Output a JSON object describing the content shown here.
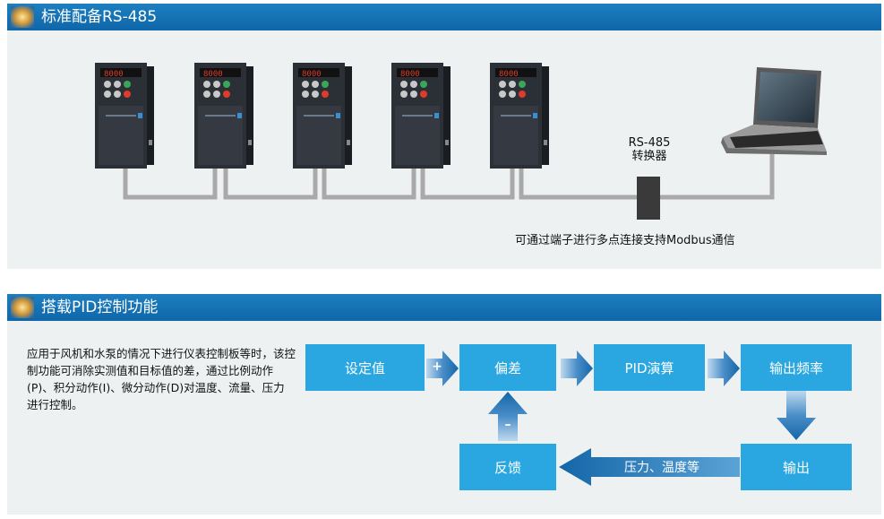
{
  "section1": {
    "title": "标准配备RS-485"
  },
  "section2": {
    "title": "搭载PID控制功能"
  },
  "converter": {
    "line1": "RS-485",
    "line2": "转换器"
  },
  "note": "可通过端子进行多点连接支持Modbus通信",
  "description": "应用于风机和水泵的情况下进行仪表控制板等时，该控制功能可消除实测值和目标值的差，通过比例动作(P)、积分动作(I)、微分动作(D)对温度、流量、压力进行控制。",
  "flow": {
    "setpoint": "设定值",
    "deviation": "偏差",
    "pid": "PID演算",
    "freq_out": "输出频率",
    "output": "输出",
    "feedback": "反馈",
    "feedback_arrow": "压力、温度等",
    "plus": "+",
    "minus": "–"
  },
  "colors": {
    "header": "#1d7fc0",
    "box": "#2aa7e0",
    "arrow": "#1466a8",
    "panel": "#eef1f2"
  },
  "drives": [
    {
      "display": "8000"
    },
    {
      "display": "8000"
    },
    {
      "display": "8000"
    },
    {
      "display": "8000"
    },
    {
      "display": "8000"
    }
  ]
}
